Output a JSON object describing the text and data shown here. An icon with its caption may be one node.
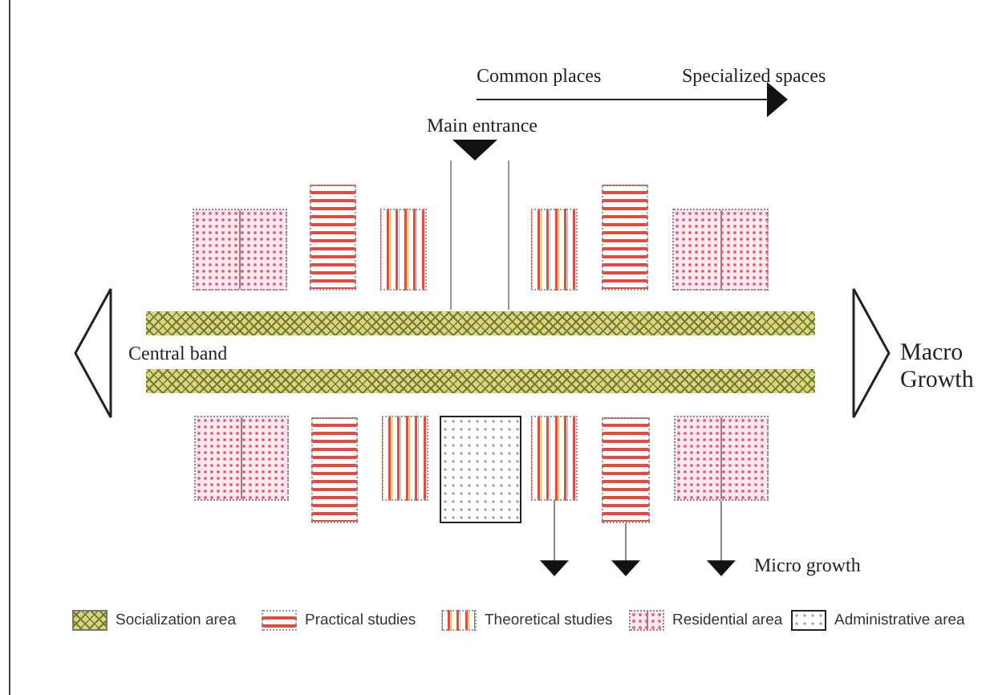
{
  "diagram": {
    "nodes": [
      {
        "text": [],
        "shape": "box"
      },
      {
        "text": [],
        "shape": "box"
      },
      {
        "text": [],
        "shape": "box"
      },
      {
        "text": [],
        "shape": "box"
      },
      {
        "text": [],
        "shape": "box"
      },
      {
        "text": [],
        "shape": "box"
      },
      {
        "text": [],
        "shape": "box"
      },
      {
        "text": [],
        "shape": "box"
      },
      {
        "text": [],
        "shape": "box"
      },
      {
        "text": [],
        "shape": "box"
      },
      {
        "text": [],
        "shape": "box"
      },
      {
        "text": [],
        "shape": "box"
      },
      {
        "text": [],
        "shape": "box"
      }
    ],
    "edges": [
      {
        "from": 10,
        "to": null,
        "arrow": "to"
      },
      {
        "from": 11,
        "to": null,
        "arrow": "to"
      },
      {
        "from": 12,
        "to": null,
        "arrow": "to"
      }
    ],
    "labels": [
      "Common places",
      "Specialized spaces",
      "Main entrance",
      "Central band",
      "Macro Growth",
      "Micro growth"
    ],
    "legend": [
      {
        "text": "Socialization area"
      },
      {
        "text": "Practical studies"
      },
      {
        "text": "Theoretical studies"
      },
      {
        "text": "Residential area"
      },
      {
        "text": "Administrative area"
      }
    ]
  }
}
